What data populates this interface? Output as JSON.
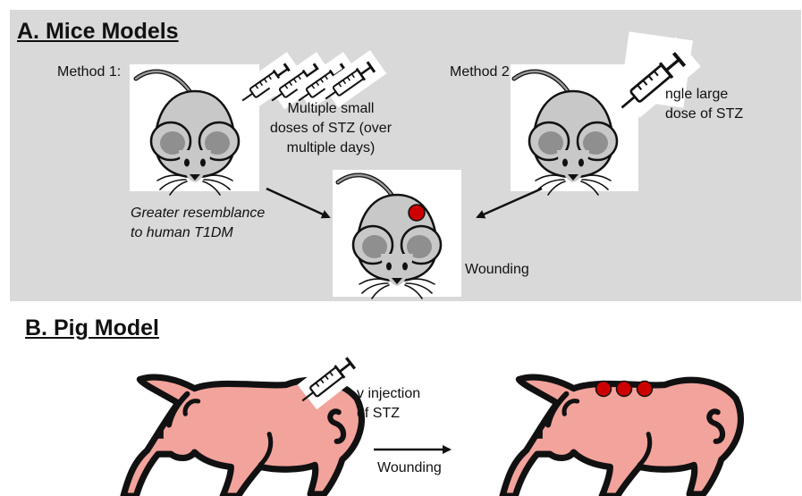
{
  "sectionA": {
    "title": "A. Mice Models",
    "method1_label": "Method 1:",
    "method2_label": "Method 2:",
    "multiple_doses": [
      "Multiple small",
      "doses of STZ (over",
      "multiple days)"
    ],
    "single_dose": [
      "ngle large",
      "dose of STZ"
    ],
    "resemblance": [
      "Greater resemblance",
      "to human T1DM"
    ],
    "wounding": "Wounding"
  },
  "sectionB": {
    "title": "B. Pig Model",
    "injection": [
      "v injection",
      "of STZ"
    ],
    "wounding": "Wounding"
  },
  "colors": {
    "panel_bg": "#d9d9d9",
    "mouse_body": "#c8c8c8",
    "mouse_ear_inner": "#8f8f8f",
    "wound_red": "#cc0000",
    "pig_body": "#f2a39b",
    "outline": "#111111"
  }
}
